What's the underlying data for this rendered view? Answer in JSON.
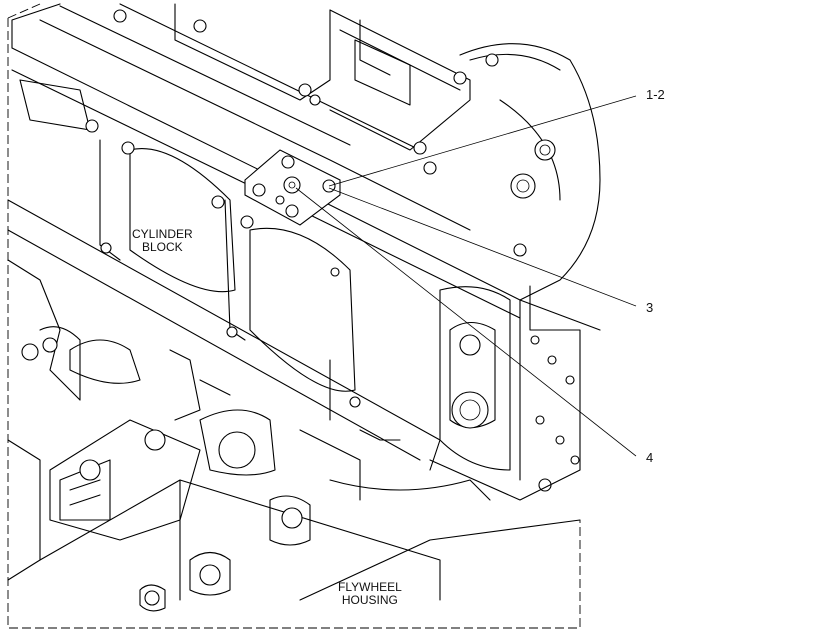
{
  "labels": {
    "cylinder_block": [
      "CYLINDER",
      "BLOCK"
    ],
    "flywheel_housing": [
      "FLYWHEEL",
      "HOUSING"
    ]
  },
  "callouts": [
    {
      "id": "c1",
      "text": "1-2"
    },
    {
      "id": "c2",
      "text": "3"
    },
    {
      "id": "c3",
      "text": "4"
    }
  ]
}
